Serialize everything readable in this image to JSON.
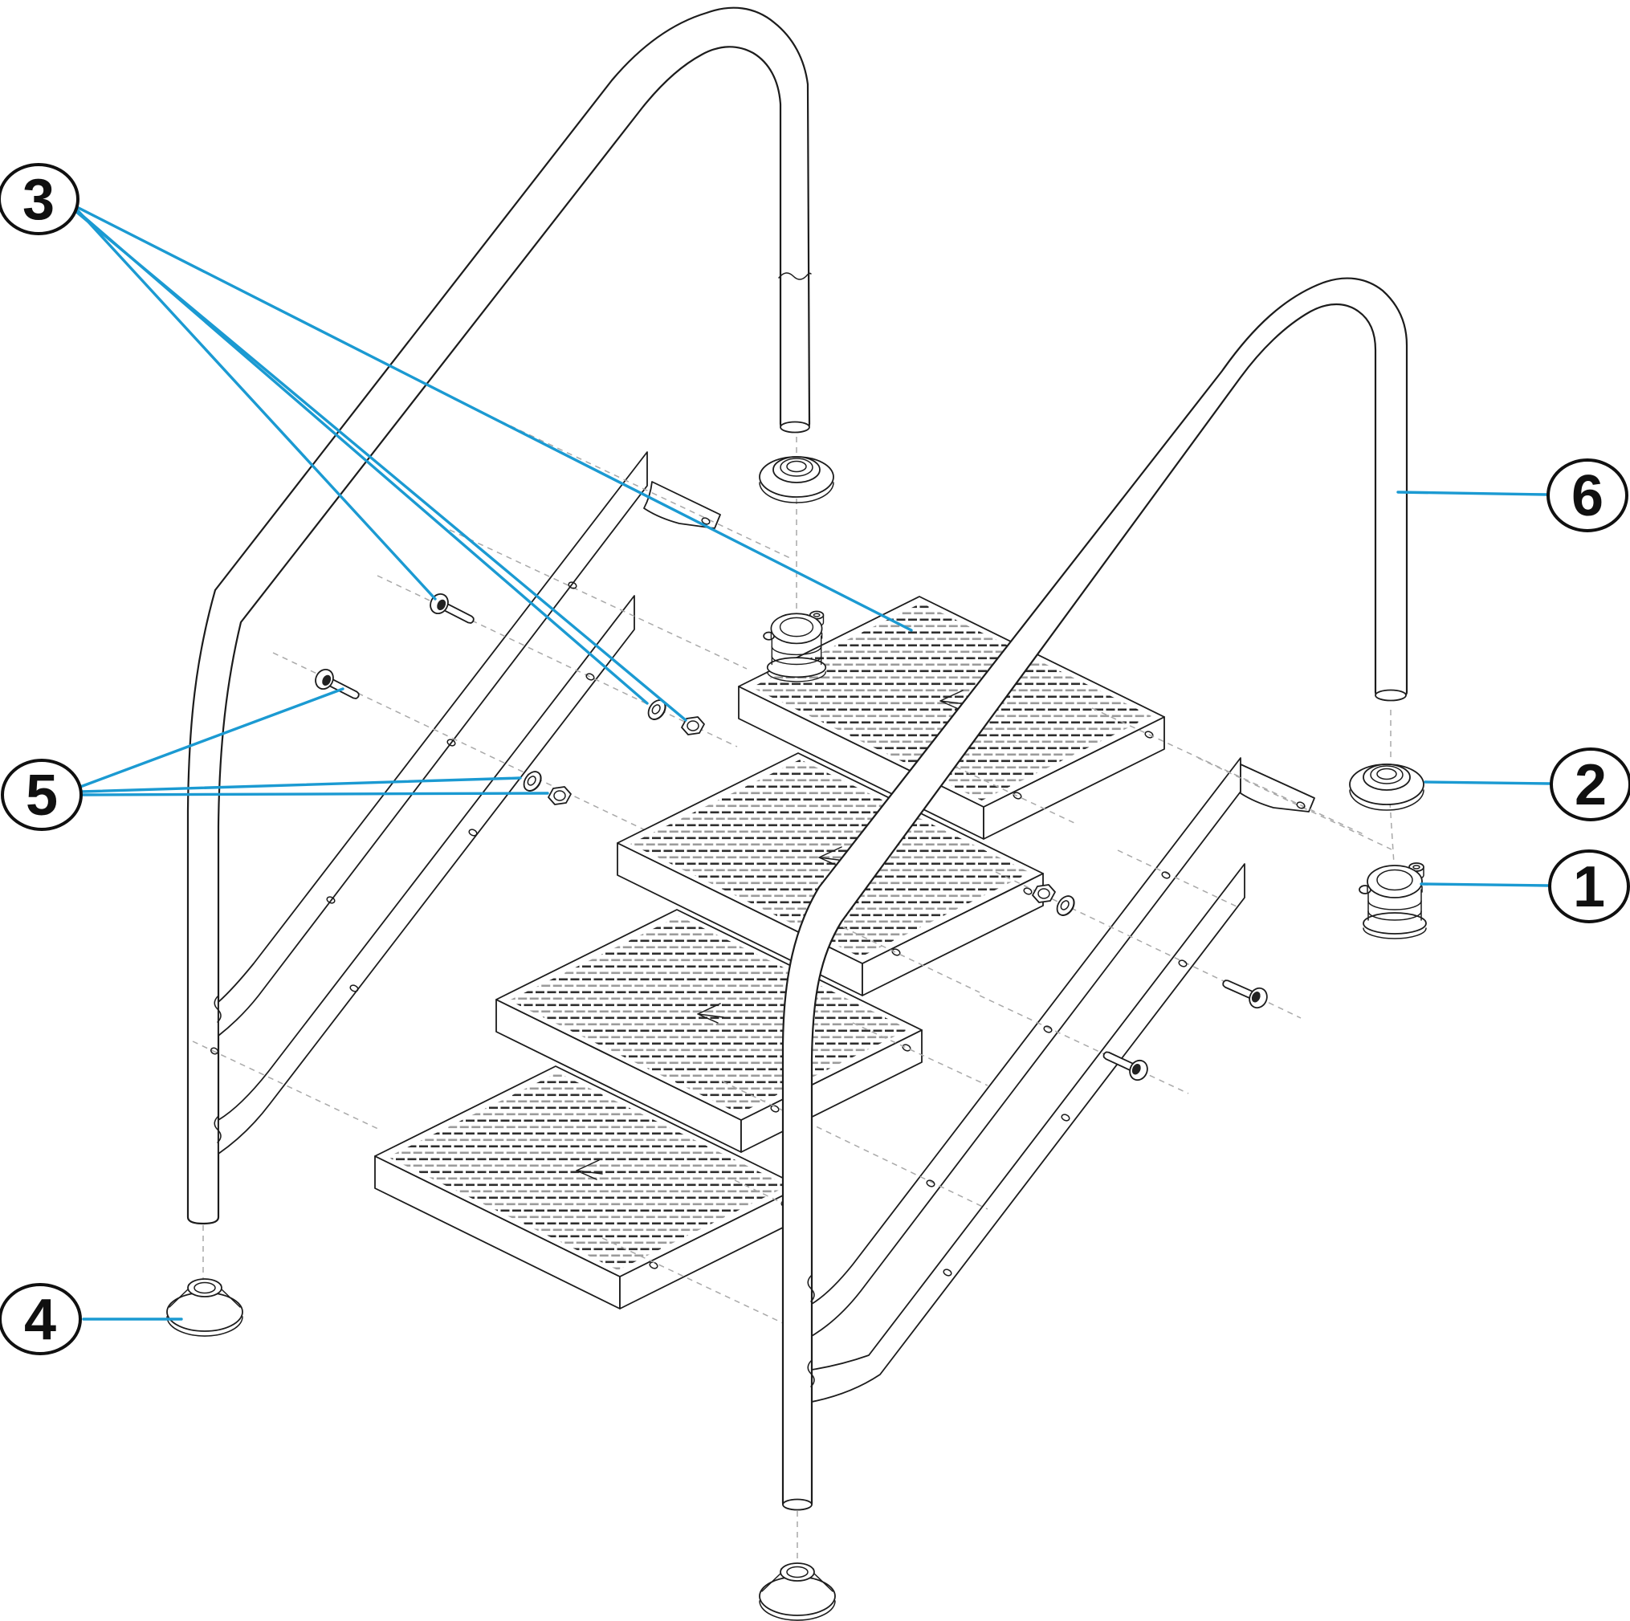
{
  "colors": {
    "accent": "#1b9ad2",
    "ink": "#1c1c1c",
    "background": "#ffffff"
  },
  "callouts": {
    "c1": {
      "label": "1"
    },
    "c2": {
      "label": "2"
    },
    "c3": {
      "label": "3"
    },
    "c4": {
      "label": "4"
    },
    "c5": {
      "label": "5"
    },
    "c6": {
      "label": "6"
    }
  }
}
